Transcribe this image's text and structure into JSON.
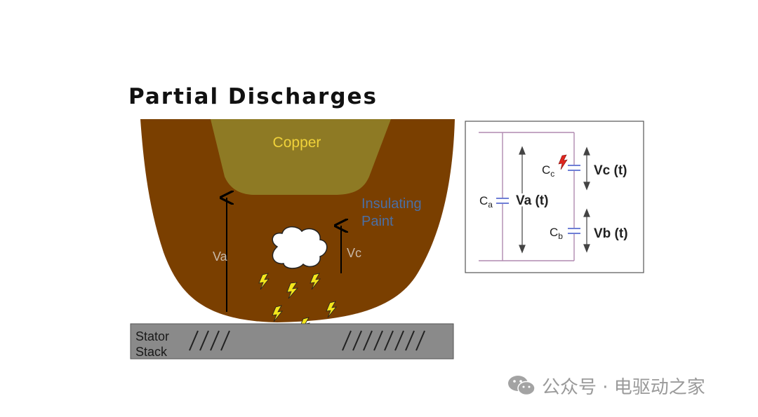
{
  "title": "Partial Discharges",
  "cross_section": {
    "copper_label": "Copper",
    "insulation_label_line1": "Insulating",
    "insulation_label_line2": "Paint",
    "va_label": "Va",
    "vc_label": "Vc",
    "stator_label_line1": "Stator",
    "stator_label_line2": "Stack"
  },
  "circuit": {
    "ca_main": "C",
    "ca_sub": "a",
    "cc_main": "C",
    "cc_sub": "c",
    "cb_main": "C",
    "cb_sub": "b",
    "va_label": "Va (t)",
    "vc_label": "Vc (t)",
    "vb_label": "Vb (t)"
  },
  "watermark": "公众号 · 电驱动之家",
  "colors": {
    "insulation": "#7a3f00",
    "copper": "#8e7a24",
    "copper_text": "#f0d23a",
    "insulation_text": "#4a6fa5",
    "stator": "#8a8a8a",
    "spark": "#f4e61a",
    "wire": "#b08ab0",
    "cap_plate": "#6f7fd6"
  }
}
